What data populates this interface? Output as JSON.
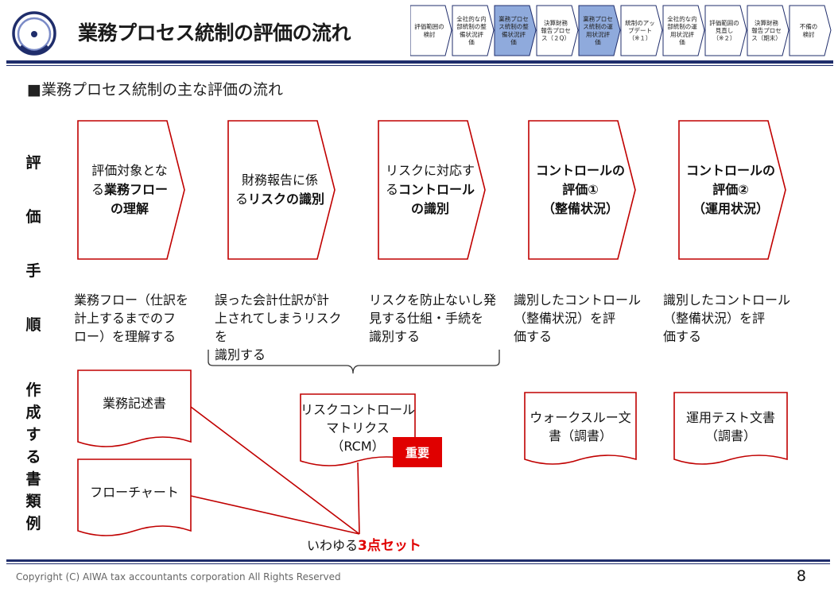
{
  "header": {
    "title": "業務プロセス統制の評価の流れ",
    "nav_steps": [
      {
        "label": "評価範囲の\n検討",
        "active": false
      },
      {
        "label": "全社的な内\n部統制の整\n備状況評\n価",
        "active": false
      },
      {
        "label": "業務プロセ\nス統制の整\n備状況評\n価",
        "active": true
      },
      {
        "label": "決算財務\n報告プロセ\nス（２Q）",
        "active": false
      },
      {
        "label": "業務プロセ\nス統制の運\n用状況評\n価",
        "active": true
      },
      {
        "label": "統制のアッ\nプデート\n（※１）",
        "active": false
      },
      {
        "label": "全社的な内\n部統制の運\n用状況評\n価",
        "active": false
      },
      {
        "label": "評価範囲の\n見直し\n（※２）",
        "active": false
      },
      {
        "label": "決算財務\n報告プロセ\nス（期末）",
        "active": false
      },
      {
        "label": "不備の\n検討",
        "active": false
      }
    ]
  },
  "subtitle": "■業務プロセス統制の主な評価の流れ",
  "row_labels": {
    "procedure": [
      "評",
      "価",
      "手",
      "順"
    ],
    "documents": [
      "作",
      "成",
      "す",
      "る",
      "書",
      "類",
      "例"
    ]
  },
  "steps": [
    {
      "lines": [
        {
          "parts": [
            {
              "t": "評価対象とな",
              "b": false
            }
          ]
        },
        {
          "parts": [
            {
              "t": "る",
              "b": false
            },
            {
              "t": "業務フロー",
              "b": true
            }
          ]
        },
        {
          "parts": [
            {
              "t": "の理解",
              "b": true
            }
          ]
        }
      ],
      "desc": [
        "業務フロー（仕訳を",
        "計上するまでのフ",
        "ロー）を理解する"
      ]
    },
    {
      "lines": [
        {
          "parts": [
            {
              "t": "財務報告に係",
              "b": false
            }
          ]
        },
        {
          "parts": [
            {
              "t": "る",
              "b": false
            },
            {
              "t": "リスクの識別",
              "b": true
            }
          ]
        }
      ],
      "desc": [
        "誤った会計仕訳が計",
        "上されてしまうリスクを",
        "識別する"
      ]
    },
    {
      "lines": [
        {
          "parts": [
            {
              "t": "リスクに対応す",
              "b": false
            }
          ]
        },
        {
          "parts": [
            {
              "t": "る",
              "b": false
            },
            {
              "t": "コントロール",
              "b": true
            }
          ]
        },
        {
          "parts": [
            {
              "t": "の識別",
              "b": true
            }
          ]
        }
      ],
      "desc": [
        "リスクを防止ないし発",
        "見する仕組・手続を",
        "識別する"
      ]
    },
    {
      "lines": [
        {
          "parts": [
            {
              "t": "コントロールの",
              "b": true
            }
          ]
        },
        {
          "parts": [
            {
              "t": "評価①",
              "b": true
            }
          ]
        },
        {
          "parts": [
            {
              "t": "（整備状況）",
              "b": true
            }
          ]
        }
      ],
      "desc": [
        "識別したコントロール",
        "（整備状況）を評",
        "価する"
      ]
    },
    {
      "lines": [
        {
          "parts": [
            {
              "t": "コントロールの",
              "b": true
            }
          ]
        },
        {
          "parts": [
            {
              "t": "評価②",
              "b": true
            }
          ]
        },
        {
          "parts": [
            {
              "t": "（運用状況）",
              "b": true
            }
          ]
        }
      ],
      "desc": [
        "識別したコントロール",
        "（整備状況）を評",
        "価する"
      ]
    }
  ],
  "documents": {
    "business_description": "業務記述書",
    "flowchart": "フローチャート",
    "rcm": [
      "リスクコントロール",
      "マトリクス",
      "（RCM）"
    ],
    "important_badge": "重要",
    "walkthrough": [
      "ウォークスルー文",
      "書（調書）"
    ],
    "operation_test": [
      "運用テスト文書",
      "（調書）"
    ]
  },
  "three_set": {
    "prefix": "いわゆる",
    "highlight": "3点セット"
  },
  "footer": {
    "copyright": "Copyright (C) AIWA tax accountants corporation All Rights Reserved",
    "page_number": "8"
  },
  "colors": {
    "accent_red": "#c00000",
    "badge_red": "#e00000",
    "nav_active": "#8faadc",
    "navy": "#1f2d6b"
  }
}
